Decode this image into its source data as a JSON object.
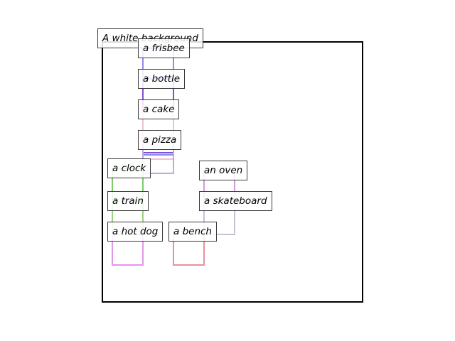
{
  "scene": {
    "background_label": "A white background",
    "objects": [
      {
        "key": "frisbee",
        "label": "a frisbee",
        "color": "#8c8ce6"
      },
      {
        "key": "bottle",
        "label": "a bottle",
        "color": "#8250d8"
      },
      {
        "key": "cake",
        "label": "a cake",
        "color": "#efc0dc"
      },
      {
        "key": "pizza",
        "label": "a pizza",
        "color": "#c0a8e0"
      },
      {
        "key": "clock",
        "label": "a clock",
        "color": "#7ccc6a"
      },
      {
        "key": "train",
        "label": "a train",
        "color": "#9ad27e"
      },
      {
        "key": "hot_dog",
        "label": "a hot dog",
        "color": "#e098e8"
      },
      {
        "key": "oven",
        "label": "an oven",
        "color": "#d09ad8"
      },
      {
        "key": "skateboard",
        "label": "a skateboard",
        "color": "#c4c4d8"
      },
      {
        "key": "bench",
        "label": "a bench",
        "color": "#e8909e"
      }
    ]
  }
}
